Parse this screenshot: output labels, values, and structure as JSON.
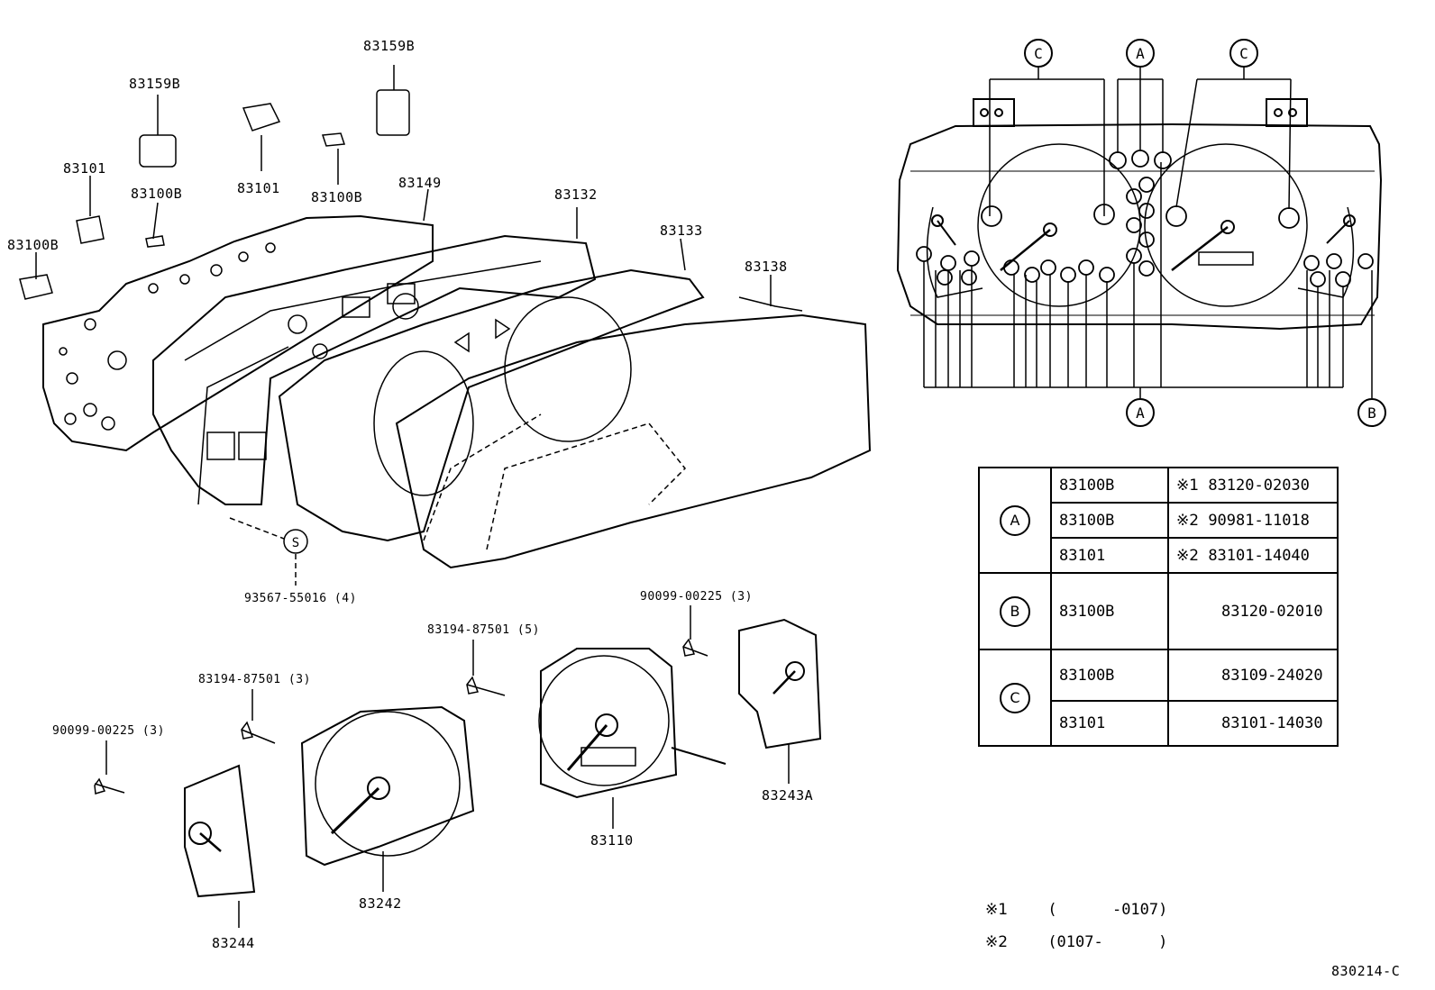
{
  "labels": {
    "l83159b_top": "83159B",
    "l83159b_left": "83159B",
    "l83101_left": "83101",
    "l83101_mid": "83101",
    "l83100b_a": "83100B",
    "l83100b_b": "83100B",
    "l83100b_c": "83100B",
    "l83149": "83149",
    "l83132": "83132",
    "l83133": "83133",
    "l83138": "83138",
    "l93567": "93567-55016 (4)",
    "screw_s": "S",
    "l90099_a": "90099-00225 (3)",
    "l90099_b": "90099-00225 (3)",
    "l83194_a": "83194-87501 (5)",
    "l83194_b": "83194-87501 (3)",
    "l83110": "83110",
    "l83242": "83242",
    "l83243a": "83243A",
    "l83244": "83244"
  },
  "cluster_callouts": {
    "top_c_left": "C",
    "top_a": "A",
    "top_c_right": "C",
    "bottom_a": "A",
    "bottom_b": "B"
  },
  "legend": {
    "groups": [
      {
        "id": "A",
        "rows": [
          {
            "part": "83100B",
            "mark": "※1",
            "number": "83120-02030"
          },
          {
            "part": "83100B",
            "mark": "※2",
            "number": "90981-11018"
          },
          {
            "part": "83101",
            "mark": "※2",
            "number": "83101-14040"
          }
        ]
      },
      {
        "id": "B",
        "rows": [
          {
            "part": "83100B",
            "mark": "",
            "number": "83120-02010"
          }
        ]
      },
      {
        "id": "C",
        "rows": [
          {
            "part": "83100B",
            "mark": "",
            "number": "83109-24020"
          },
          {
            "part": "83101",
            "mark": "",
            "number": "83101-14030"
          }
        ]
      }
    ]
  },
  "notes": {
    "n1_mark": "※1",
    "n1_text": "(      -0107)",
    "n2_mark": "※2",
    "n2_text": "(0107-      )"
  },
  "figure_id": "830214-C"
}
